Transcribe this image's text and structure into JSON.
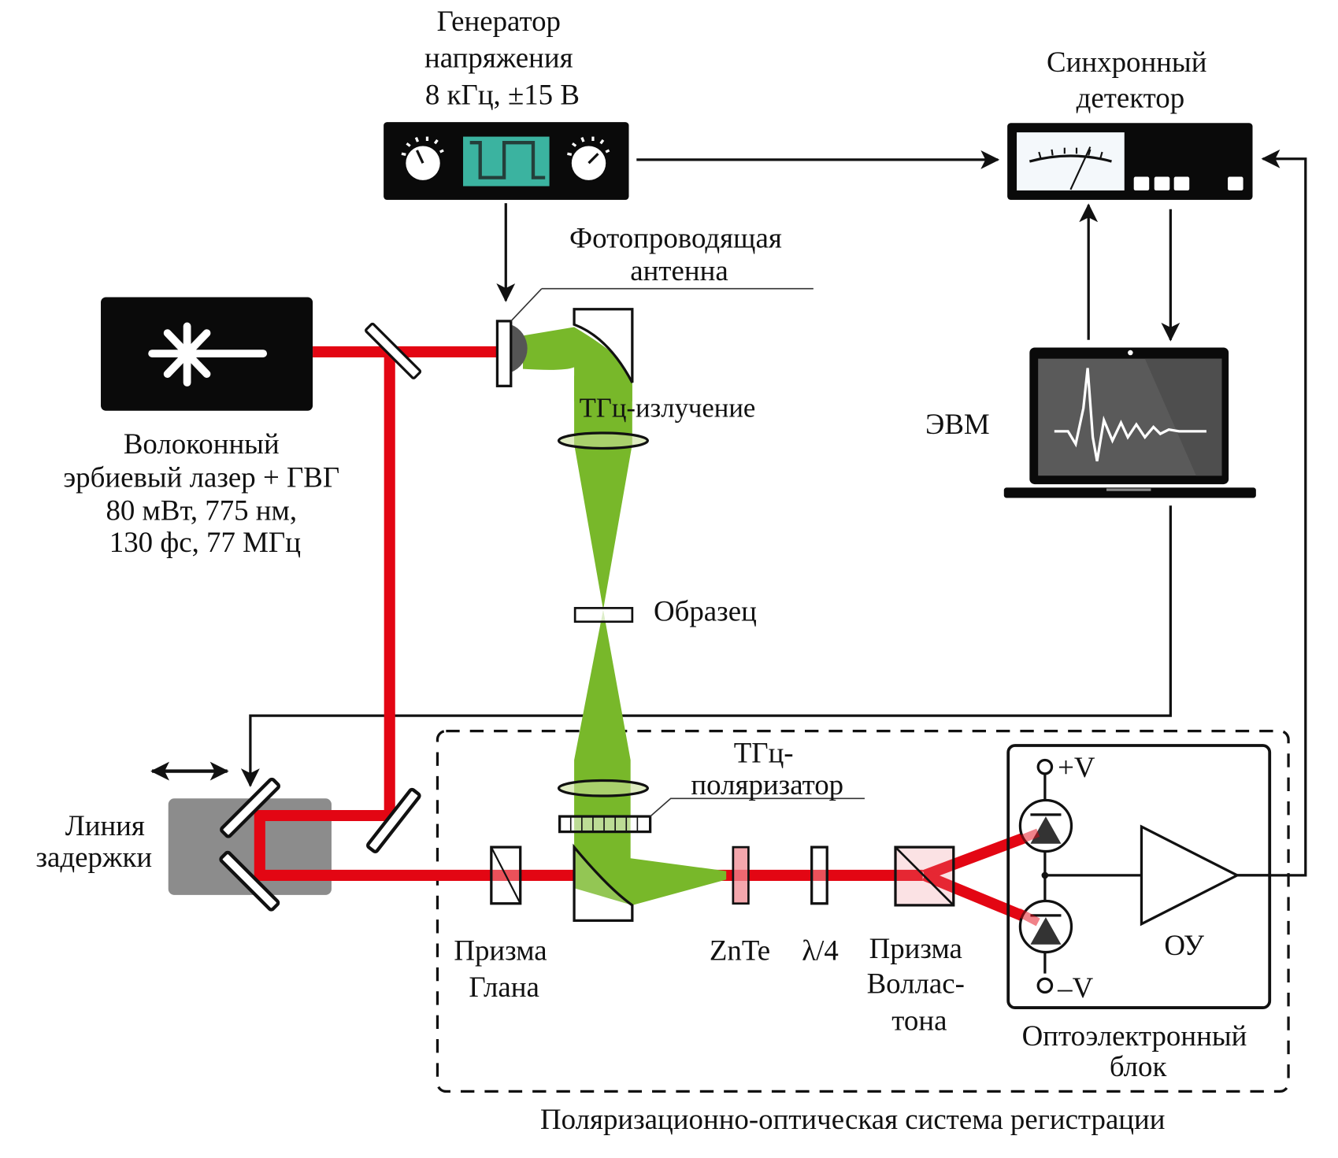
{
  "colors": {
    "laser_beam": "#e30613",
    "laser_beam_light": "#f08a92",
    "thz_beam": "#78b82a",
    "thz_beam_light": "#c9e09a",
    "device_black": "#0a0a0a",
    "screen_teal": "#3bb3a0",
    "delay_stage_gray": "#8c8c8c",
    "laptop_screen": "#5a5a5a"
  },
  "labels": {
    "generator": [
      "Генератор",
      "напряжения",
      "8 кГц, ±15 В"
    ],
    "lockin": [
      "Синхронный",
      "детектор"
    ],
    "laser": [
      "Волоконный",
      "эрбиевый лазер + ГВГ",
      "80 мВт, 775 нм,",
      "130 фс, 77 МГц"
    ],
    "antenna": [
      "Фотопроводящая",
      "антенна"
    ],
    "thz_radiation": "ТГц-излучение",
    "sample": "Образец",
    "computer": "ЭВМ",
    "delay_line": [
      "Линия",
      "задержки"
    ],
    "thz_polarizer": [
      "ТГц-",
      "поляризатор"
    ],
    "glan_prism": [
      "Призма",
      "Глана"
    ],
    "znte": "ZnTe",
    "quarter_wave": "λ/4",
    "wollaston_prism": [
      "Призма",
      "Воллас-",
      "тона"
    ],
    "plus_v": "+V",
    "minus_v": "–V",
    "opamp": "ОУ",
    "optoelectronic_block": [
      "Оптоэлектронный",
      "блок"
    ],
    "detection_system": "Поляризационно-оптическая система регистрации"
  },
  "icons": {
    "laser": "laser-starburst-icon",
    "generator": "square-wave-generator-icon",
    "lockin": "analog-meter-icon",
    "computer": "laptop-waveform-icon",
    "photodiode": "photodiode-icon",
    "opamp": "op-amp-triangle-icon"
  }
}
